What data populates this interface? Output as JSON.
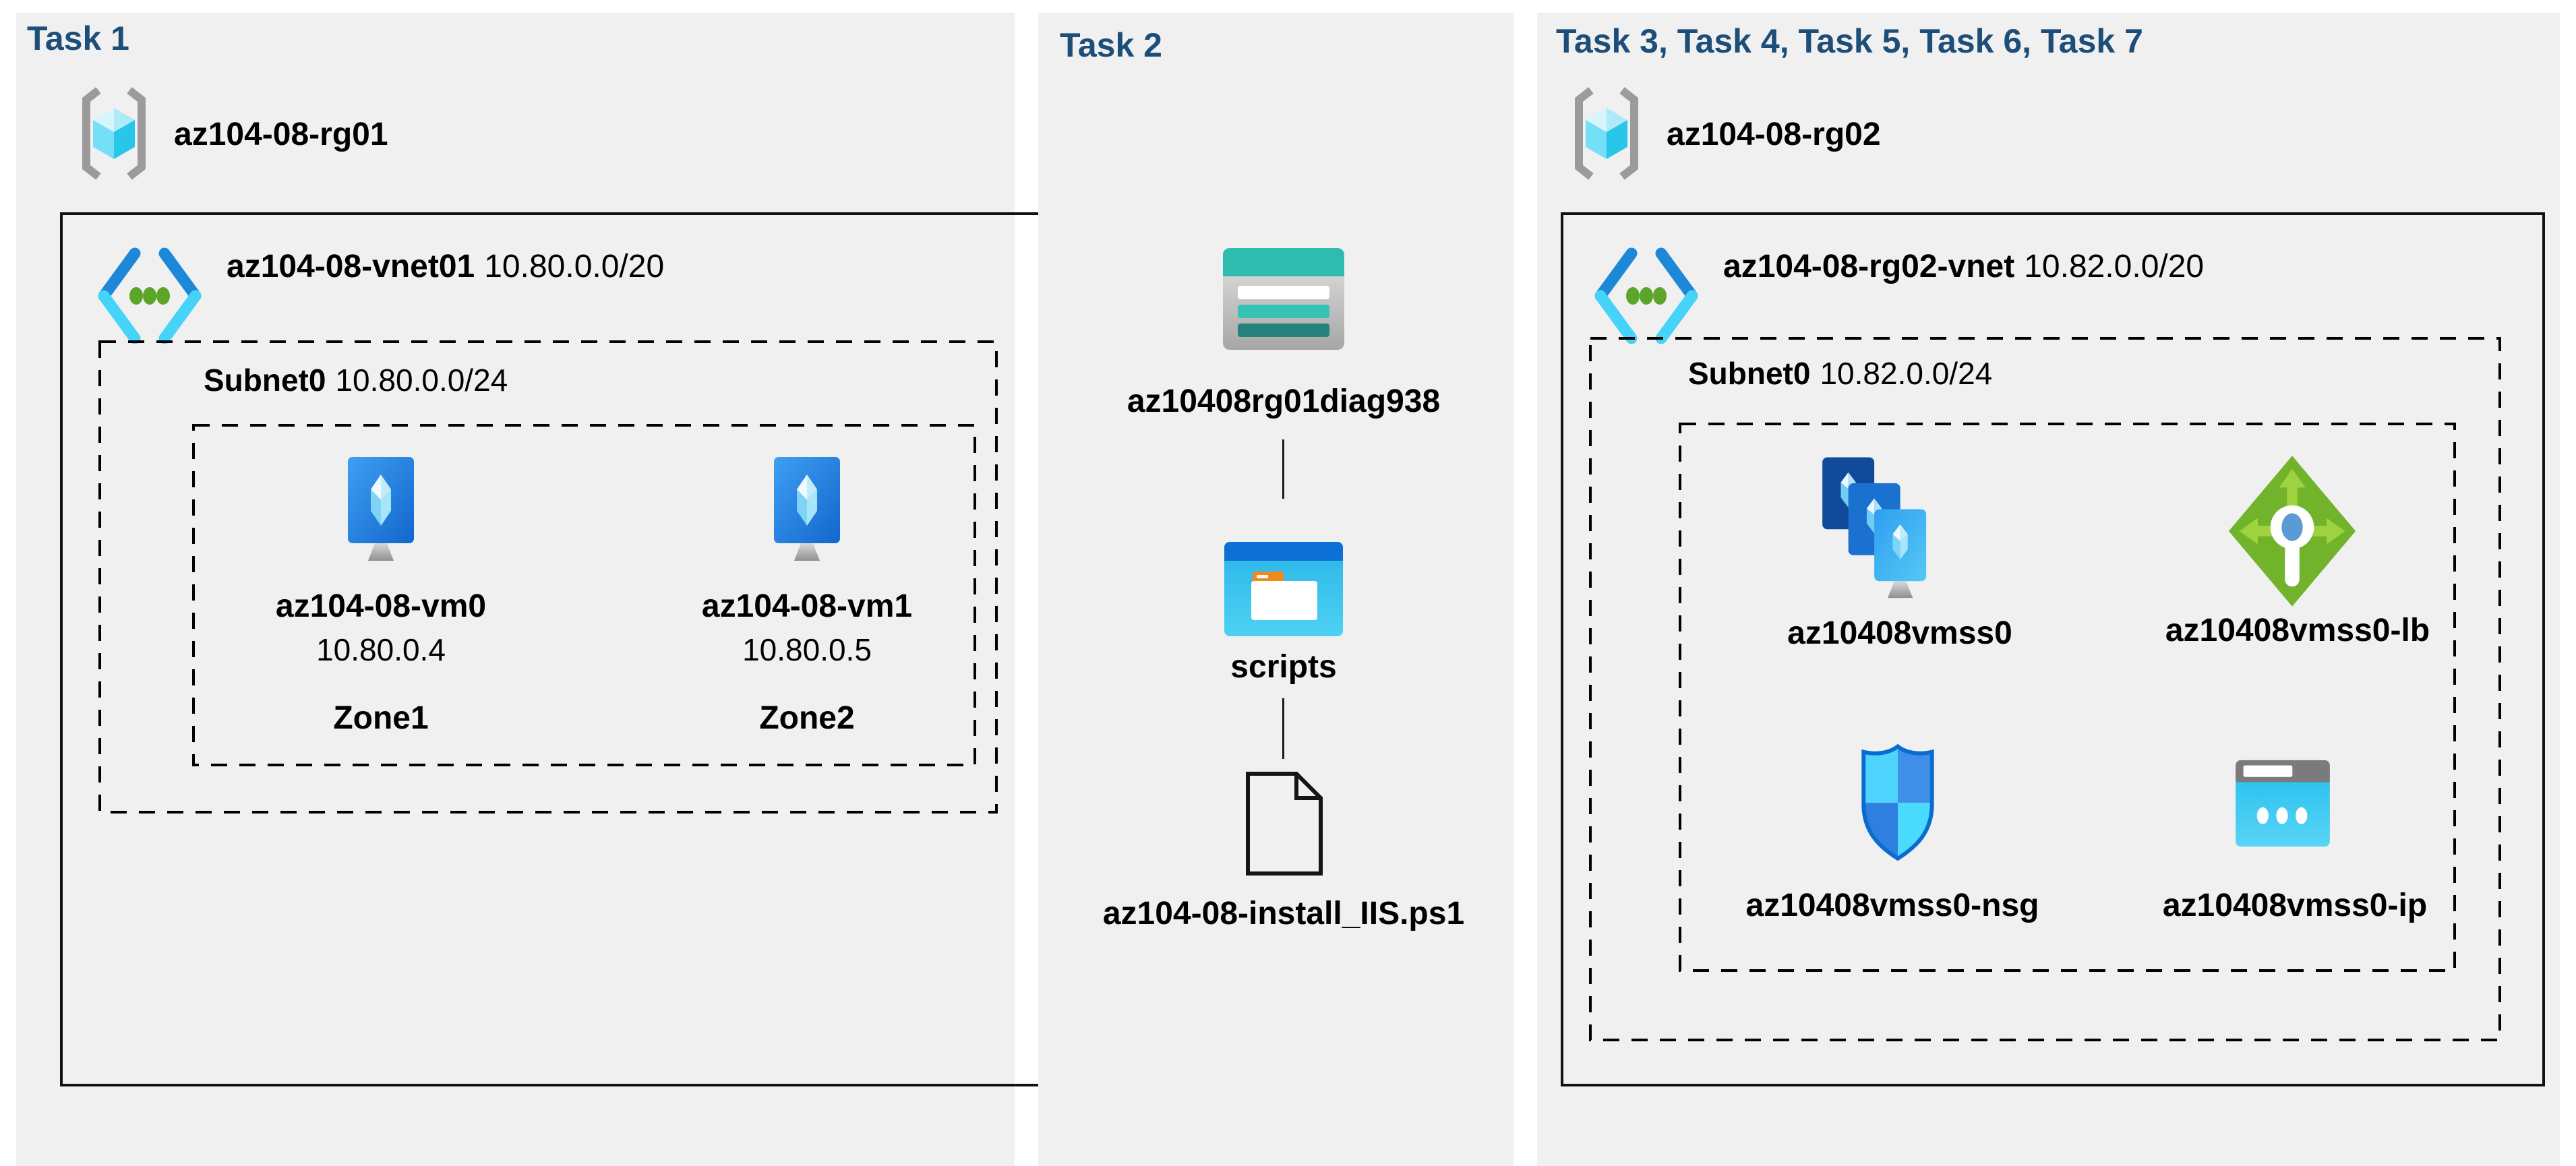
{
  "colors": {
    "page_bg": "#ffffff",
    "panel_bg": "#f0f0f0",
    "heading": "#1d4e79",
    "text": "#000000",
    "box_border": "#111111",
    "vnet_blue": "#1e88d8",
    "vnet_cyan": "#45d4f8",
    "vnet_dot_green": "#5ba629",
    "storage_teal": "#2ebcae",
    "load_balancer_green": "#72b32c",
    "nsg_border_blue": "#0b6cd0",
    "public_ip_cyan": "#33c9f0"
  },
  "panel1": {
    "title": "Task 1",
    "resource_group": {
      "name": "az104-08-rg01",
      "icon": "resource-group-icon"
    },
    "vnet": {
      "name": "az104-08-vnet01",
      "cidr": "10.80.0.0/20",
      "icon": "virtual-network-icon"
    },
    "subnet": {
      "name": "Subnet0",
      "cidr": "10.80.0.0/24"
    },
    "vms": [
      {
        "name": "az104-08-vm0",
        "ip": "10.80.0.4",
        "zone": "Zone1",
        "icon": "virtual-machine-icon"
      },
      {
        "name": "az104-08-vm1",
        "ip": "10.80.0.5",
        "zone": "Zone2",
        "icon": "virtual-machine-icon"
      }
    ]
  },
  "panel2": {
    "title": "Task 2",
    "storage_account": {
      "name": "az10408rg01diag938",
      "icon": "storage-account-icon"
    },
    "container": {
      "name": "scripts",
      "icon": "blob-container-icon"
    },
    "file": {
      "name": "az104-08-install_IIS.ps1",
      "icon": "file-icon"
    }
  },
  "panel3": {
    "title": "Task 3, Task 4, Task 5, Task 6, Task 7",
    "resource_group": {
      "name": "az104-08-rg02",
      "icon": "resource-group-icon"
    },
    "vnet": {
      "name": "az104-08-rg02-vnet",
      "cidr": "10.82.0.0/20",
      "icon": "virtual-network-icon"
    },
    "subnet": {
      "name": "Subnet0",
      "cidr": "10.82.0.0/24"
    },
    "resources": [
      {
        "name": "az10408vmss0",
        "icon": "vm-scale-set-icon"
      },
      {
        "name": "az10408vmss0-lb",
        "icon": "load-balancer-icon"
      },
      {
        "name": "az10408vmss0-nsg",
        "icon": "network-security-group-icon"
      },
      {
        "name": "az10408vmss0-ip",
        "icon": "public-ip-icon"
      }
    ]
  }
}
